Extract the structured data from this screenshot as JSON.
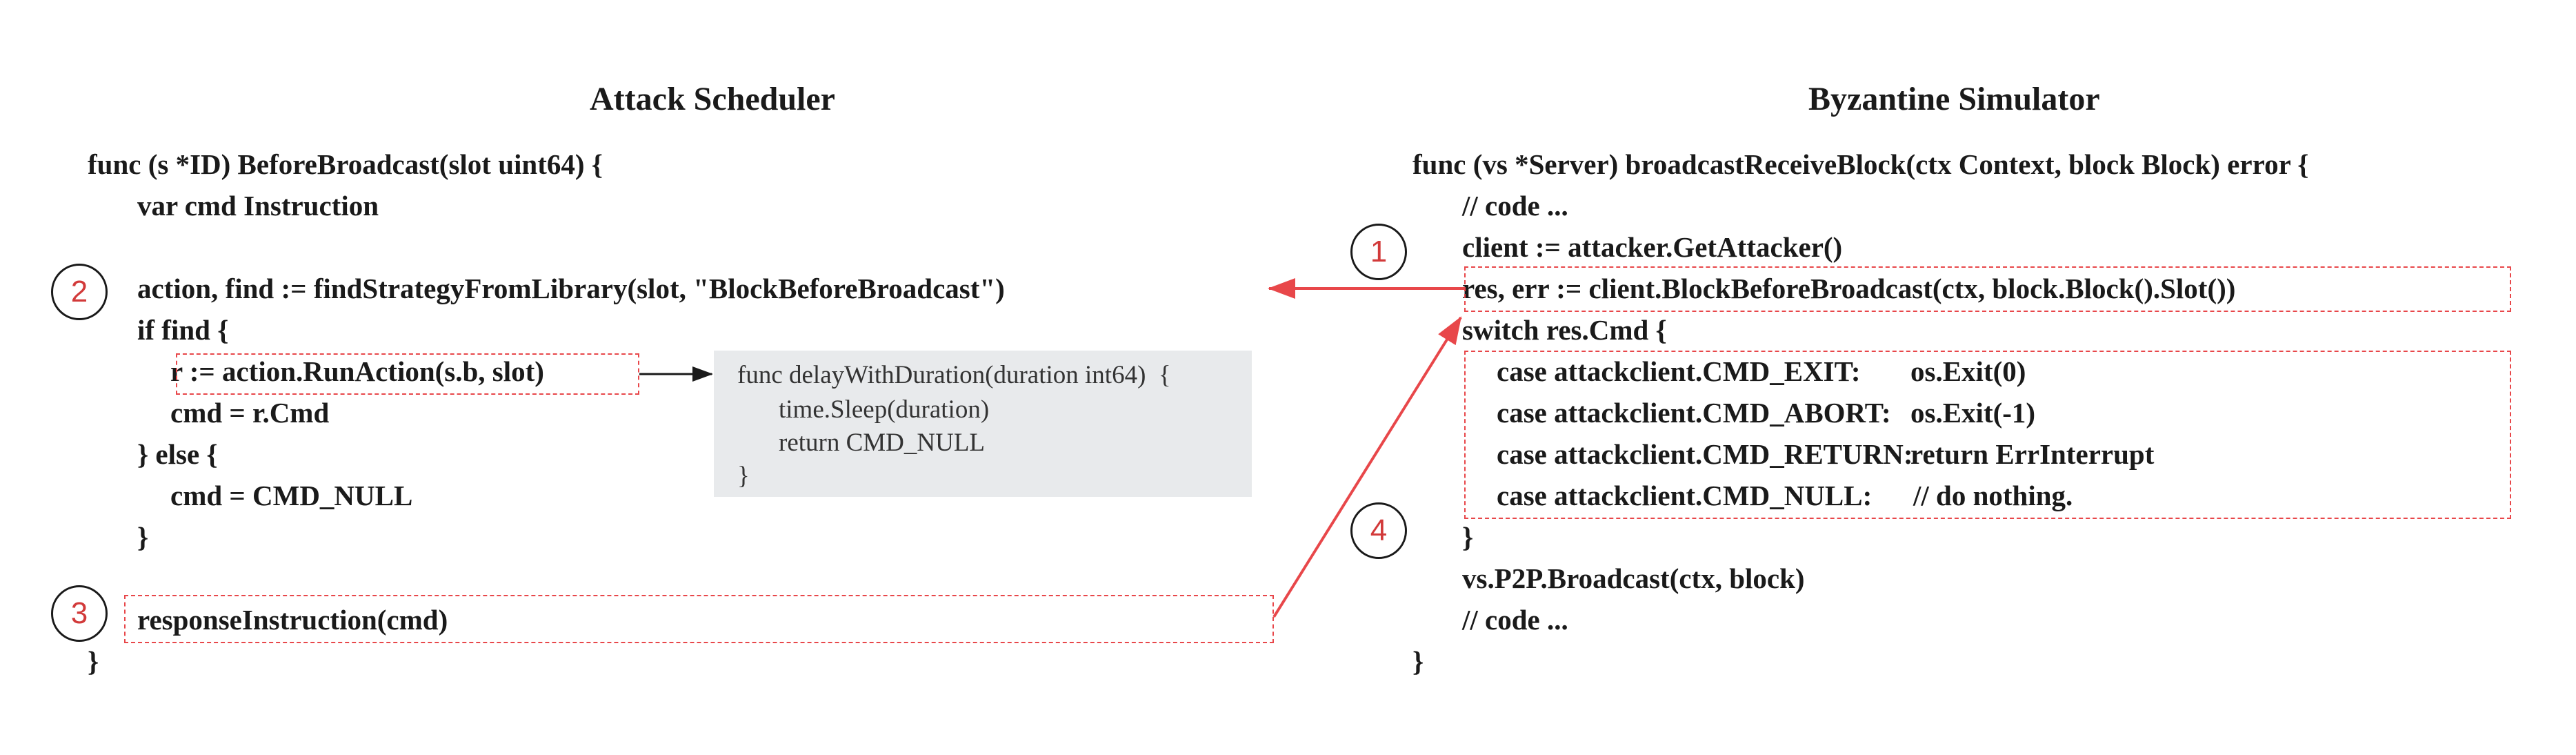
{
  "titles": {
    "left": "Attack Scheduler",
    "right": "Byzantine Simulator"
  },
  "left_code": [
    "func (s *ID) BeforeBroadcast(slot uint64) {",
    "var cmd Instruction",
    "",
    "action, find := findStrategyFromLibrary(slot, \"BlockBeforeBroadcast\")",
    "if find {",
    "r := action.RunAction(s.b, slot)",
    "cmd = r.Cmd",
    "} else {",
    "cmd = CMD_NULL",
    "}",
    "",
    "responseInstruction(cmd)",
    "}"
  ],
  "popup_code": [
    "func delayWithDuration(duration int64)  {",
    "time.Sleep(duration)",
    "return CMD_NULL",
    "}"
  ],
  "right_code": [
    "func (vs *Server) broadcastReceiveBlock(ctx Context, block Block) error {",
    "// code ...",
    "client := attacker.GetAttacker()",
    "res, err := client.BlockBeforeBroadcast(ctx, block.Block().Slot())",
    "switch res.Cmd {",
    "",
    "",
    "",
    "",
    "}",
    "vs.P2P.Broadcast(ctx, block)",
    "// code ...",
    "}"
  ],
  "switch_cases": [
    {
      "case": "case attackclient.CMD_EXIT:",
      "action": "os.Exit(0)"
    },
    {
      "case": "case attackclient.CMD_ABORT:",
      "action": "os.Exit(-1)"
    },
    {
      "case": "case attackclient.CMD_RETURN:",
      "action": "return ErrInterrupt"
    },
    {
      "case": "case attackclient.CMD_NULL:",
      "action": "// do nothing."
    }
  ],
  "badges": [
    "1",
    "2",
    "3",
    "4"
  ],
  "colors": {
    "accent": "#e8474a",
    "text": "#1a1a1a",
    "popup_bg": "#e8eaec"
  }
}
